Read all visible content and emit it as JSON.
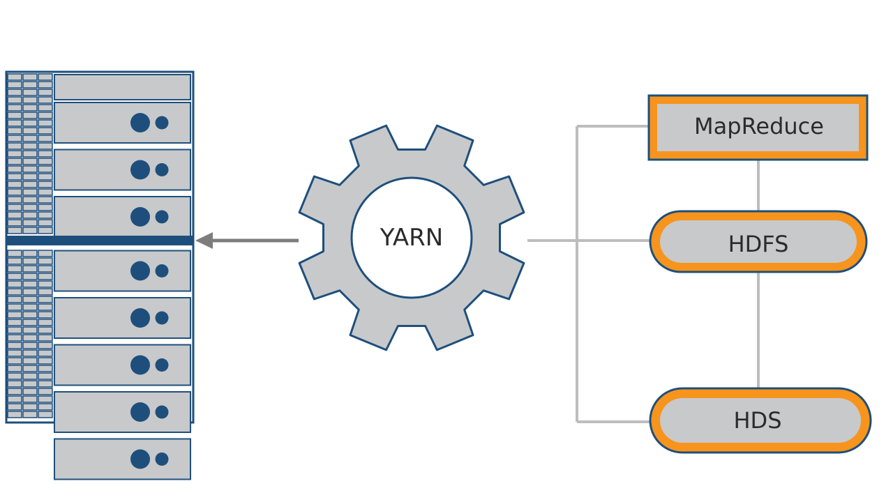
{
  "nodes": {
    "yarn": {
      "label": "YARN"
    },
    "mapreduce": {
      "label": "MapReduce"
    },
    "hdfs": {
      "label": "HDFS"
    },
    "hds": {
      "label": "HDS"
    }
  },
  "server_rack": {
    "unit_count": 8
  },
  "colors": {
    "outline_blue": "#1e4f7c",
    "body_gray": "#c8c9cb",
    "accent_orange": "#f7941d",
    "connector_gray": "#bdbdbd",
    "arrow_gray": "#7d7d7d",
    "text_dark": "#2b2b2b"
  },
  "icons": {
    "server_rack": "server-rack-icon",
    "gear": "gear-icon"
  }
}
